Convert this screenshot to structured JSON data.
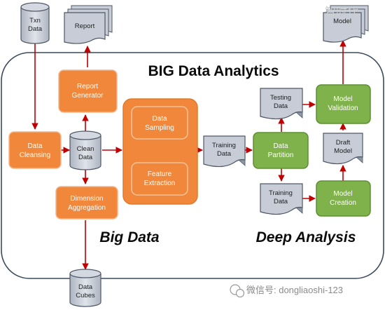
{
  "title": "BIG Data Analytics",
  "sections": {
    "big_data": "Big Data",
    "deep_analysis": "Deep Analysis"
  },
  "nodes": {
    "txn_data": [
      "Txn",
      "Data"
    ],
    "report": [
      "Report"
    ],
    "model": [
      "Model"
    ],
    "report_generator": [
      "Report",
      "Generator"
    ],
    "data_cleansing": [
      "Data",
      "Cleansing"
    ],
    "clean_data": [
      "Clean",
      "Data"
    ],
    "data_sampling": [
      "Data",
      "Sampling"
    ],
    "feature_extraction": [
      "Feature",
      "Extraction"
    ],
    "training_data_mid": [
      "Training",
      "Data"
    ],
    "dimension_aggregation": [
      "Dimension",
      "Aggregation"
    ],
    "data_cubes": [
      "Data",
      "Cubes"
    ],
    "testing_data": [
      "Testing",
      "Data"
    ],
    "data_partition": [
      "Data",
      "Partition"
    ],
    "training_data_right": [
      "Training",
      "Data"
    ],
    "model_validation": [
      "Model",
      "Validation"
    ],
    "draft_model": [
      "Draft",
      "Model"
    ],
    "model_creation": [
      "Model",
      "Creation"
    ]
  },
  "watermark": {
    "bottom": "微信号: dongliaoshi-123",
    "top": "智时代"
  },
  "colors": {
    "orange": "#f0873a",
    "orange_dark": "#e07b2e",
    "orange_border": "#f3b58a",
    "green": "#7fb24a",
    "green_border": "#5e8f33",
    "doc_fill": "#c7ccd6",
    "doc_border": "#4e5866",
    "arrow": "#c00000",
    "frame": "#3a4a5c"
  }
}
